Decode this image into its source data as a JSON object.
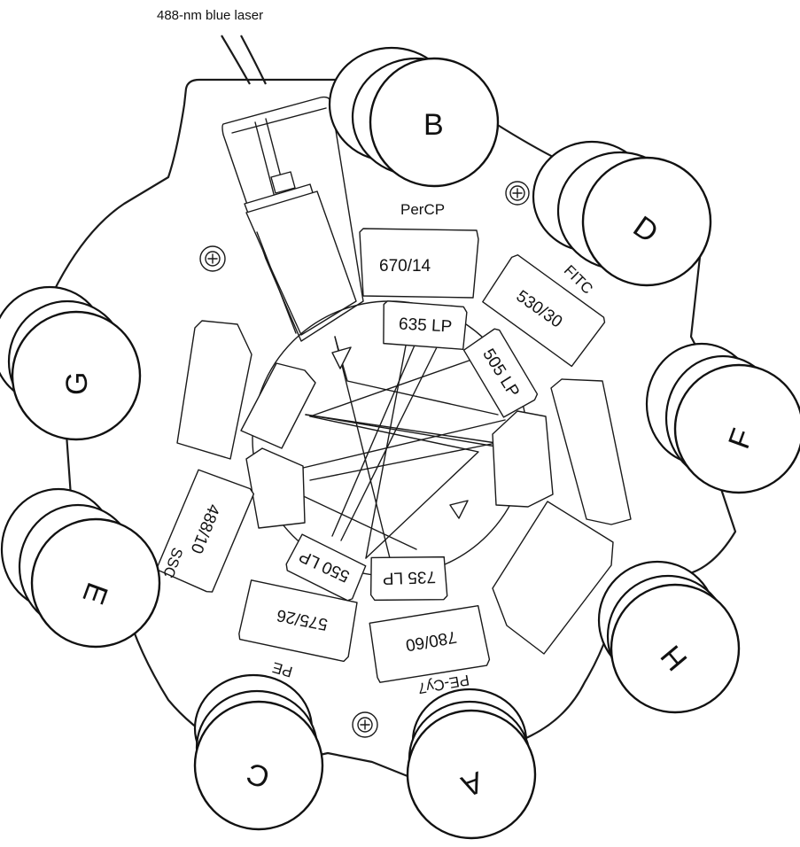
{
  "title": "488-nm blue laser",
  "detectors": [
    {
      "id": "A",
      "label": "A"
    },
    {
      "id": "B",
      "label": "B"
    },
    {
      "id": "C",
      "label": "C"
    },
    {
      "id": "D",
      "label": "D"
    },
    {
      "id": "E",
      "label": "E"
    },
    {
      "id": "F",
      "label": "F"
    },
    {
      "id": "G",
      "label": "G"
    },
    {
      "id": "H",
      "label": "H"
    }
  ],
  "fluorochromes": {
    "percp": "PerCP",
    "fitc": "FITC",
    "ssc": "SSC",
    "pe": "PE",
    "pecy7": "PE-Cy7"
  },
  "filters": {
    "f670": "670/14",
    "f530": "530/30",
    "f488": "488/10",
    "f575": "575/26",
    "f780": "780/60"
  },
  "mirrors": {
    "m635": "635 LP",
    "m505": "505 LP",
    "m550": "550 LP",
    "m735": "735 LP"
  }
}
